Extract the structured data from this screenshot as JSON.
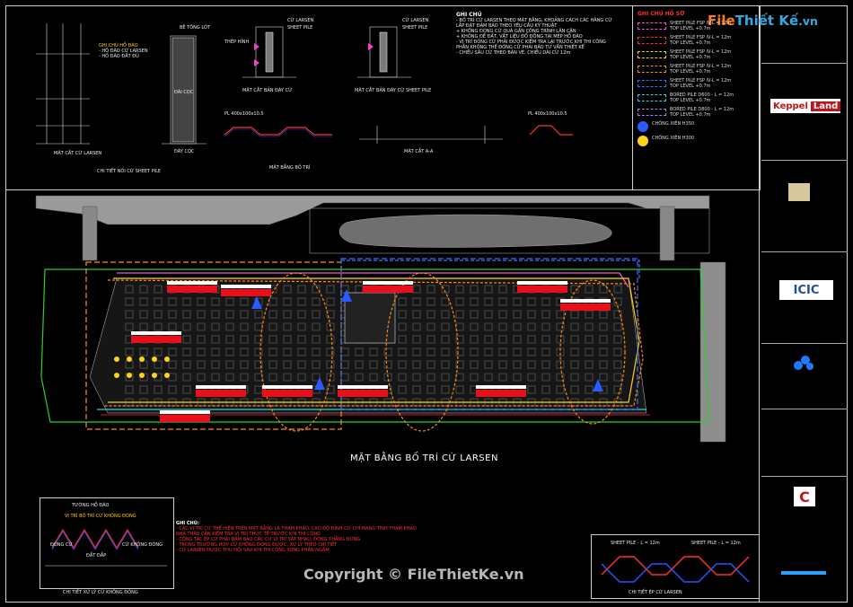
{
  "watermark_top": {
    "brand": "File",
    "rest": "Thiết Kế",
    "tld": ".vn"
  },
  "watermark_bottom": "Copyright © FileThietKe.vn",
  "main_plan_title": "MẶT BẰNG BỐ TRÍ CỪ LARSEN",
  "top_details": {
    "detail1_caption": "MẶT CẮT CỪ LARSEN",
    "detail1_notes": [
      "GHI CHÚ HỒ ĐÀO",
      "- HỐ ĐÀO CỪ LARSEN",
      "- HỐ ĐÀO ĐẤT ĐỦ"
    ],
    "detail2_caption": "CHI TIẾT NỐI CỪ SHEET PILE",
    "detail2_tag_top": "BÊ TÔNG LÓT",
    "detail2_tag_side": "ĐÀI CỌC",
    "detail2_bottom": "ĐÁY CỌC",
    "detail3_caption": "MẶT CẮT BẢN ĐÁY CỪ",
    "detail3_tags": [
      "CỪ LARSEN",
      "SHEET PILE",
      "THÉP HÌNH"
    ],
    "detail4_caption": "MẶT CẮT BẢN ĐÁY CỪ SHEET PILE",
    "detail4_tags": [
      "CỪ LARSEN",
      "SHEET PILE"
    ],
    "detail5_caption": "MẶT BẰNG BỐ TRÍ",
    "detail6_caption": "MẶT CẮT A-A",
    "pl_tag": "PL 400x100x10.5"
  },
  "general_notes": {
    "title": "GHI CHÚ",
    "lines": [
      "- BỐ TRÍ CỪ LARSEN THEO MẶT BẰNG, KHOẢNG CÁCH CÁC HÀNG CỪ",
      "  LẮP ĐẶT ĐẢM BẢO THEO YÊU CẦU KỸ THUẬT",
      "  + KHÔNG ĐÓNG CỪ QUÁ GẦN CÔNG TRÌNH LÂN CẬN",
      "  + KHÔNG ĐỂ ĐẤT, VẬT LIỆU ĐỔ ĐỐNG TẠI MÉP HỐ ĐÀO",
      "- VỊ TRÍ ĐÓNG CỪ PHẢI ĐƯỢC KIỂM TRA LẠI TRƯỚC KHI THI CÔNG",
      "  PHẦN KHÔNG THỂ ĐÓNG CỪ PHẢI BÁO TƯ VẤN THIẾT KẾ",
      "- CHIỀU SÂU CỪ THEO BẢN VẼ, CHIỀU DÀI CỪ 12m"
    ]
  },
  "legend": {
    "title": "GHI CHÚ HỒ SƠ",
    "items": [
      {
        "color": "#ff4fd8",
        "label": "SHEET PILE FSP IV-L = 12m",
        "sub": "TOP LEVEL +0.7m"
      },
      {
        "color": "#ff2a2a",
        "label": "SHEET PILE FSP IV-L = 12m",
        "sub": "TOP LEVEL +0.7m"
      },
      {
        "color": "#ffd21a",
        "label": "SHEET PILE FSP IV-L = 12m",
        "sub": "TOP LEVEL +0.7m"
      },
      {
        "color": "#ff8a1a",
        "label": "SHEET PILE FSP IV-L = 12m",
        "sub": "TOP LEVEL +0.7m"
      },
      {
        "color": "#3a6dff",
        "label": "SHEET PILE FSP IV-L = 12m",
        "sub": "TOP LEVEL +0.7m"
      },
      {
        "color": "#27d6e6",
        "label": "BORED PILE D600 - L = 12m",
        "sub": "TOP LEVEL +0.7m"
      },
      {
        "color": "#b07cff",
        "label": "BORED PILE D800 - L = 12m",
        "sub": "TOP LEVEL +0.7m"
      },
      {
        "color": "#2a5bff",
        "label": "CHỐNG XIÊN H350",
        "sub": ""
      },
      {
        "color": "#ffd21a",
        "label": "CHỐNG XIÊN H300",
        "sub": ""
      }
    ]
  },
  "bottom_left_detail": {
    "title": "TƯỜNG HỒ ĐÀO",
    "subtitle": "VỊ TRÍ BỐ TRÍ CỪ KHÔNG ĐÓNG",
    "labels": [
      "ĐÓNG CỪ",
      "ĐẤT ĐẮP",
      "CỪ KHÔNG ĐÓNG"
    ],
    "caption": "CHI TIẾT XỬ LÝ CỪ KHÔNG ĐÓNG"
  },
  "bottom_notes": {
    "title": "GHI CHÚ:",
    "lines": [
      "- CÁC VỊ TRÍ CỪ THỂ HIỆN TRÊN MẶT BẰNG LÀ THAM KHẢO. CAO ĐỘ ĐỈNH CỪ CHỈ MANG TÍNH THAM KHẢO",
      "  NHÀ THẦU CẦN KIỂM TRA VỊ TRÍ THỰC TẾ TRƯỚC KHI THI CÔNG",
      "- CÔNG TÁC ÉP CỪ PHẢI ĐẢM BẢO CÁC CỪ VỊ TRÍ SÁT NHAU, ĐÓNG THẲNG ĐỨNG",
      "- TRONG TRƯỜNG HỢP CỪ KHÔNG ĐÓNG ĐƯỢC, XỬ LÝ THEO CHI TIẾT",
      "- CỪ LARSEN ĐƯỢC THU HỒI SAU KHI THI CÔNG XONG PHẦN NGẦM"
    ]
  },
  "bottom_right_detail": {
    "tag_left": "SHEET PILE - L = 12m",
    "tag_right": "SHEET PILE - L = 12m",
    "caption": "CHI TIẾT ÉP CỪ LARSEN"
  },
  "sidebar": {
    "logo1_left": "Keppel",
    "logo1_right": "Land",
    "logo2": "ICIC",
    "logo3_text": "C"
  }
}
